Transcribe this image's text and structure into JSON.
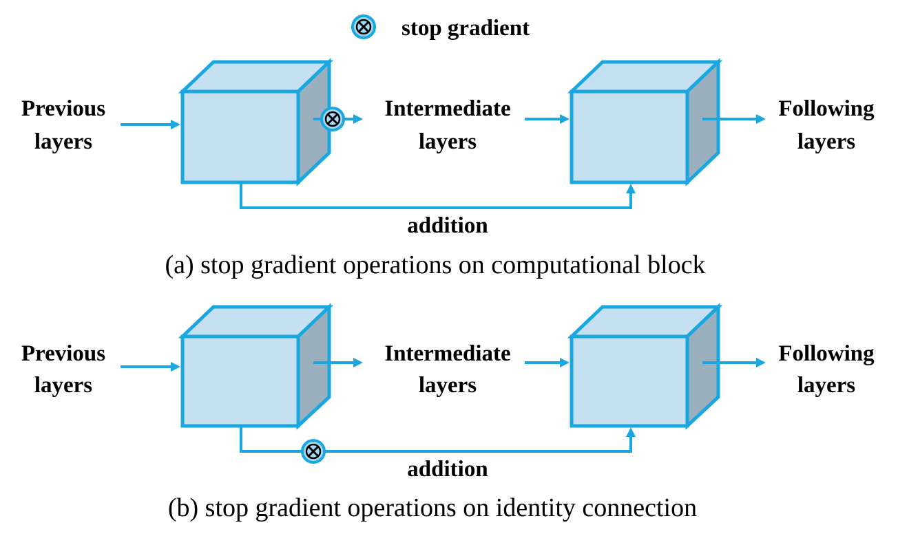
{
  "legend": {
    "label": "stop gradient",
    "icon": "stop-gradient-icon"
  },
  "colors": {
    "accent": "#1aa7e0",
    "box_face": "#c4e0f1",
    "box_side": "#9bb0bf",
    "marker_fill": "#a8d9f2"
  },
  "panels": [
    {
      "id": "a",
      "input_line1": "Previous",
      "input_line2": "layers",
      "middle_line1": "Intermediate",
      "middle_line2": "layers",
      "output_line1": "Following",
      "output_line2": "layers",
      "skip_label": "addition",
      "caption": "(a) stop gradient operations on computational block",
      "stop_gradient_location": "computational block"
    },
    {
      "id": "b",
      "input_line1": "Previous",
      "input_line2": "layers",
      "middle_line1": "Intermediate",
      "middle_line2": "layers",
      "output_line1": "Following",
      "output_line2": "layers",
      "skip_label": "addition",
      "caption": "(b) stop gradient operations on identity connection",
      "stop_gradient_location": "identity connection"
    }
  ]
}
